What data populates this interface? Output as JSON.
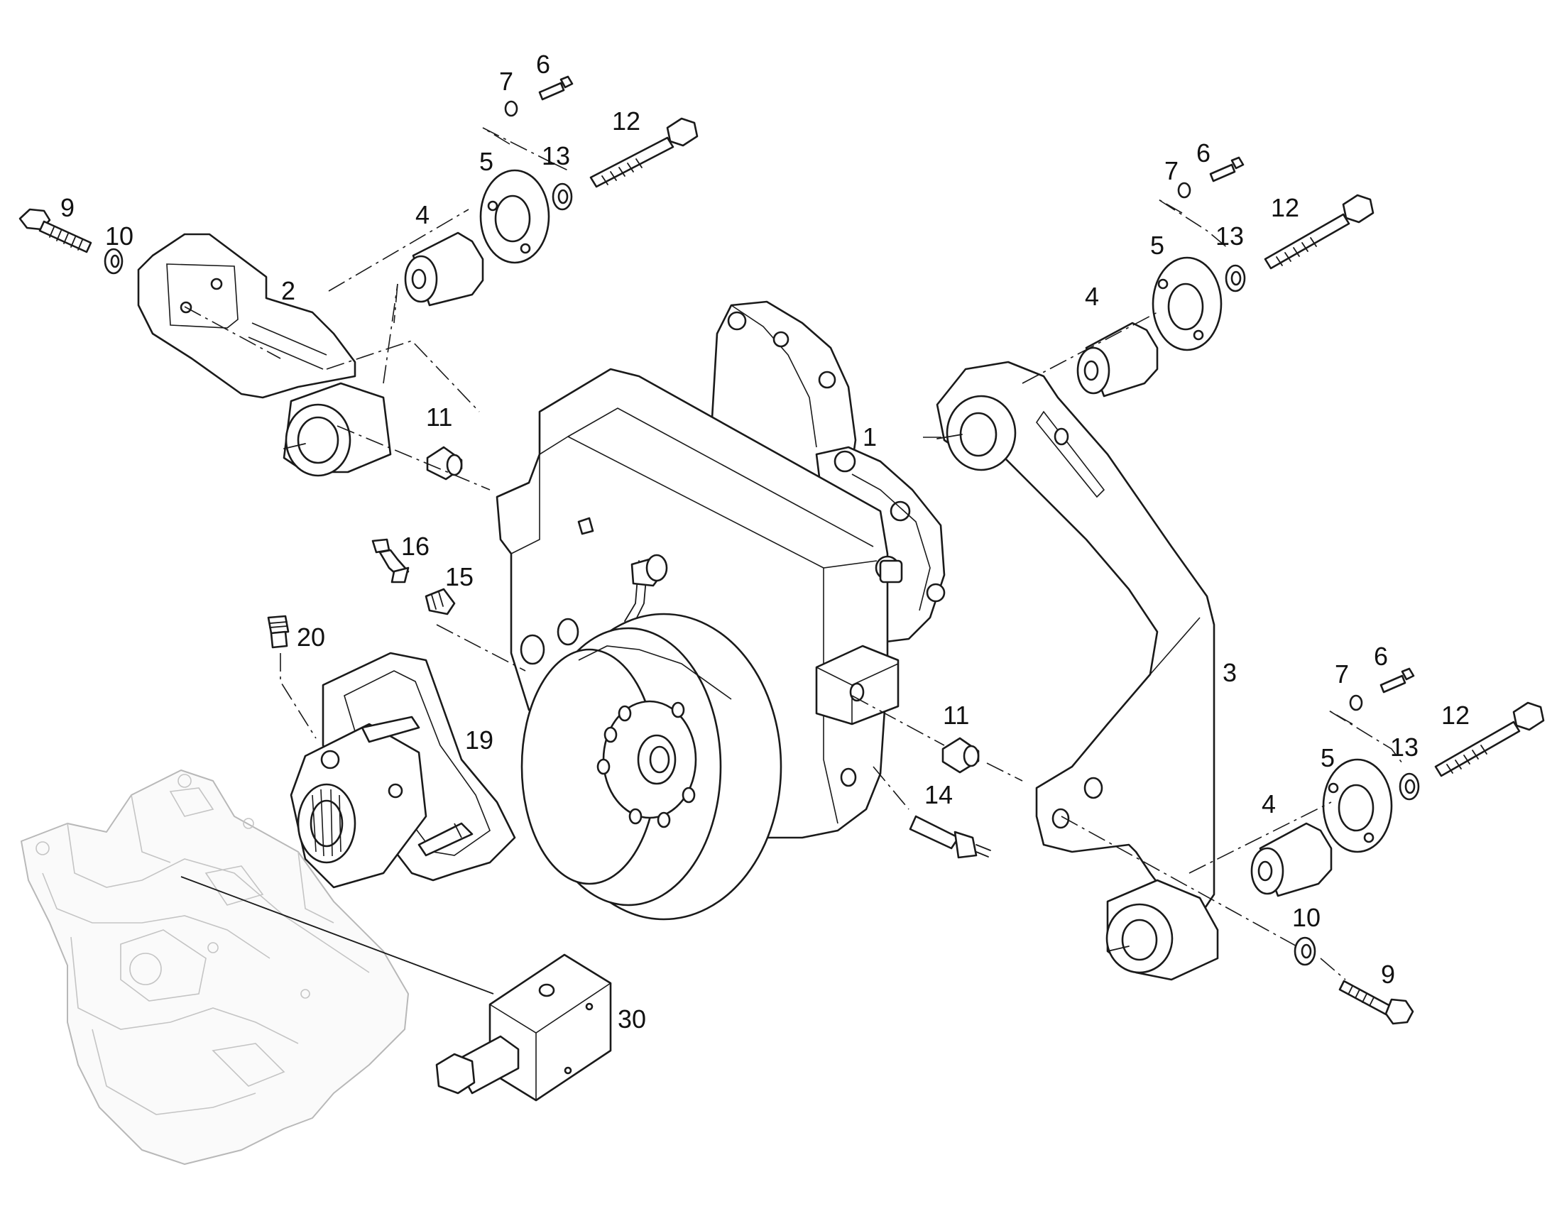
{
  "callouts": {
    "c1": "1",
    "c2": "2",
    "c3": "3",
    "c4a": "4",
    "c4b": "4",
    "c4c": "4",
    "c5a": "5",
    "c5b": "5",
    "c5c": "5",
    "c6a": "6",
    "c6b": "6",
    "c6c": "6",
    "c7a": "7",
    "c7b": "7",
    "c7c": "7",
    "c9a": "9",
    "c9b": "9",
    "c10a": "10",
    "c10b": "10",
    "c11a": "11",
    "c11b": "11",
    "c12a": "12",
    "c12b": "12",
    "c12c": "12",
    "c13a": "13",
    "c13b": "13",
    "c13c": "13",
    "c14": "14",
    "c15": "15",
    "c16": "16",
    "c19": "19",
    "c20": "20",
    "c30": "30"
  }
}
